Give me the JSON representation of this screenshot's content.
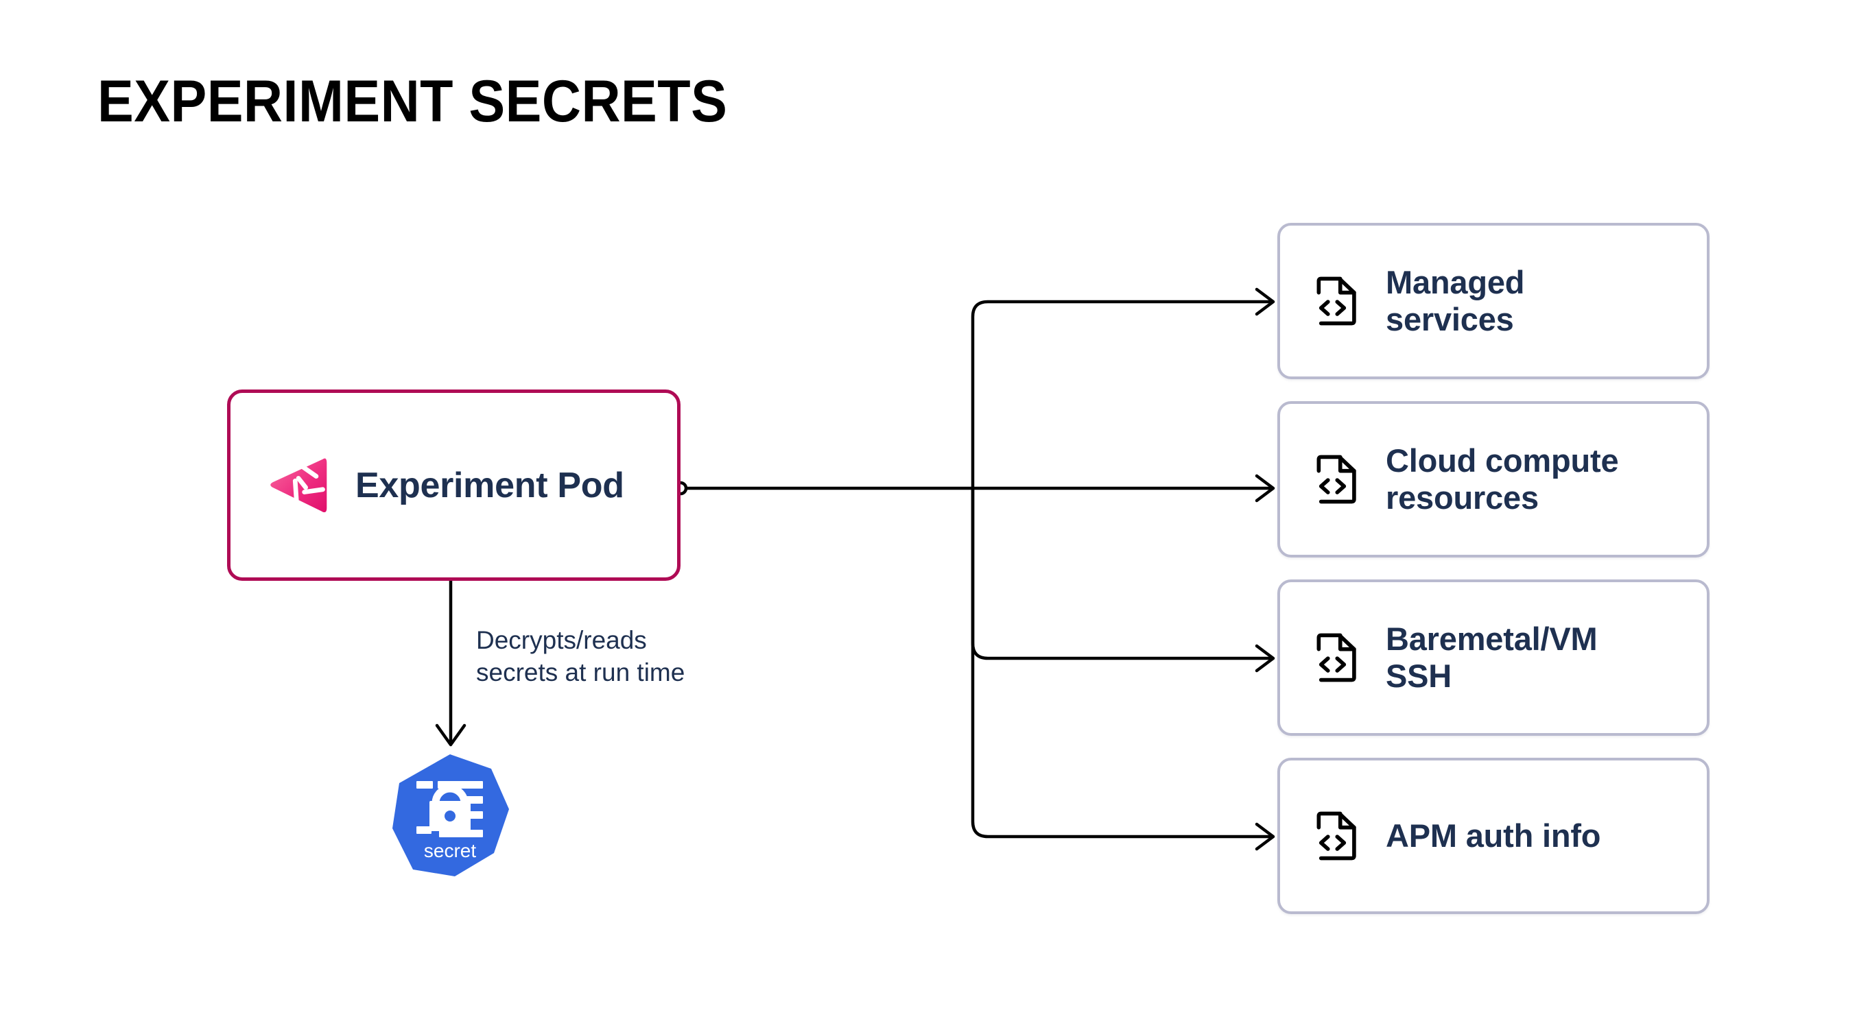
{
  "page": {
    "title": "EXPERIMENT SECRETS",
    "background_color": "#ffffff"
  },
  "colors": {
    "title_text": "#000000",
    "pod_border": "#AF0B55",
    "pod_logo_pink_light": "#F7508F",
    "pod_logo_pink_dark": "#E01070",
    "node_text": "#1E3050",
    "card_border": "#B9BACF",
    "card_background": "#ffffff",
    "card_icon": "#000000",
    "connector_line": "#000000",
    "kubernetes_blue": "#3369E0",
    "secret_label_text": "#ffffff"
  },
  "source_node": {
    "label": "Experiment Pod",
    "logo_icon": "gremlin-logo-icon",
    "border_color": "#AF0B55"
  },
  "edge_label": {
    "line1": "Decrypts/reads",
    "line2": "secrets at run time",
    "full_text": "Decrypts/reads secrets at run time"
  },
  "secret_node": {
    "icon": "kubernetes-secret-icon",
    "label": "secret",
    "shape": "heptagon",
    "fill_color": "#3369E0"
  },
  "targets": [
    {
      "id": "managed-services",
      "icon": "file-code-icon",
      "line1": "Managed",
      "line2": "services",
      "full_text": "Managed services"
    },
    {
      "id": "cloud-compute-resources",
      "icon": "file-code-icon",
      "line1": "Cloud compute",
      "line2": "resources",
      "full_text": "Cloud compute resources"
    },
    {
      "id": "baremetal-vm-ssh",
      "icon": "file-code-icon",
      "line1": "Baremetal/VM",
      "line2": "SSH",
      "full_text": "Baremetal/VM SSH"
    },
    {
      "id": "apm-auth-info",
      "icon": "file-code-icon",
      "line1": "APM auth info",
      "line2": "",
      "full_text": "APM auth info"
    }
  ]
}
